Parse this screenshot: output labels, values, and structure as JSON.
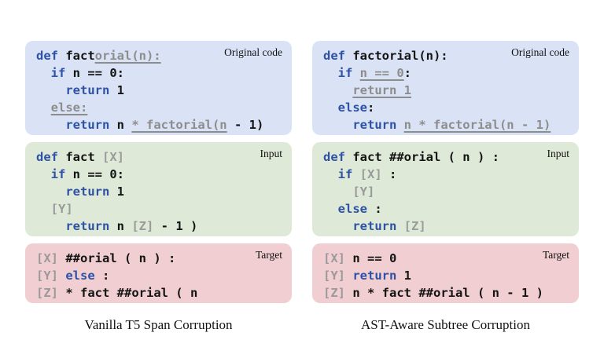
{
  "colors": {
    "keyword_blue": "#2e52a5",
    "plain_text": "#141414",
    "masked_gray": "#8d8d8d",
    "sentinel_gray": "#9a9a9a",
    "original_box_bg": "#d9e3f5",
    "input_box_bg": "#dfe9d7",
    "target_box_bg": "#f0ced2",
    "page_bg": "#ffffff"
  },
  "columns": [
    {
      "caption": "Vanilla T5 Span Corruption",
      "boxes": [
        {
          "label": "Original code",
          "kind": "original",
          "lines": [
            [
              {
                "t": "def ",
                "c": "kw"
              },
              {
                "t": "fact",
                "c": "plain"
              },
              {
                "t": "orial(n):",
                "c": "masked"
              }
            ],
            [
              {
                "t": "  ",
                "c": "plain"
              },
              {
                "t": "if ",
                "c": "kw"
              },
              {
                "t": "n == 0:",
                "c": "plain"
              }
            ],
            [
              {
                "t": "    ",
                "c": "plain"
              },
              {
                "t": "return ",
                "c": "kw"
              },
              {
                "t": "1",
                "c": "plain"
              }
            ],
            [
              {
                "t": "  ",
                "c": "plain"
              },
              {
                "t": "else:",
                "c": "masked"
              }
            ],
            [
              {
                "t": "    ",
                "c": "plain"
              },
              {
                "t": "return ",
                "c": "kw"
              },
              {
                "t": "n ",
                "c": "plain"
              },
              {
                "t": "* factorial(n",
                "c": "masked"
              },
              {
                "t": " - 1)",
                "c": "plain"
              }
            ]
          ]
        },
        {
          "label": "Input",
          "kind": "input",
          "lines": [
            [
              {
                "t": "def ",
                "c": "kw"
              },
              {
                "t": "fact ",
                "c": "plain"
              },
              {
                "t": "[X]",
                "c": "sentinel"
              }
            ],
            [
              {
                "t": "  ",
                "c": "plain"
              },
              {
                "t": "if ",
                "c": "kw"
              },
              {
                "t": "n == 0:",
                "c": "plain"
              }
            ],
            [
              {
                "t": "    ",
                "c": "plain"
              },
              {
                "t": "return ",
                "c": "kw"
              },
              {
                "t": "1",
                "c": "plain"
              }
            ],
            [
              {
                "t": "  ",
                "c": "plain"
              },
              {
                "t": "[Y]",
                "c": "sentinel"
              }
            ],
            [
              {
                "t": "    ",
                "c": "plain"
              },
              {
                "t": "return ",
                "c": "kw"
              },
              {
                "t": "n ",
                "c": "plain"
              },
              {
                "t": "[Z]",
                "c": "sentinel"
              },
              {
                "t": " - 1 )",
                "c": "plain"
              }
            ]
          ]
        },
        {
          "label": "Target",
          "kind": "target",
          "lines": [
            [
              {
                "t": "[X]",
                "c": "sentinel"
              },
              {
                "t": " ##orial ( n ) :",
                "c": "plain"
              }
            ],
            [
              {
                "t": "[Y]",
                "c": "sentinel"
              },
              {
                "t": " ",
                "c": "plain"
              },
              {
                "t": "else",
                "c": "kw"
              },
              {
                "t": " :",
                "c": "plain"
              }
            ],
            [
              {
                "t": "[Z]",
                "c": "sentinel"
              },
              {
                "t": " * fact ##orial ( n",
                "c": "plain"
              }
            ]
          ]
        }
      ]
    },
    {
      "caption": "AST-Aware Subtree Corruption",
      "boxes": [
        {
          "label": "Original code",
          "kind": "original",
          "lines": [
            [
              {
                "t": "def ",
                "c": "kw"
              },
              {
                "t": "factorial(n):",
                "c": "plain"
              }
            ],
            [
              {
                "t": "  ",
                "c": "plain"
              },
              {
                "t": "if ",
                "c": "kw"
              },
              {
                "t": "n == 0",
                "c": "masked"
              },
              {
                "t": ":",
                "c": "plain"
              }
            ],
            [
              {
                "t": "    ",
                "c": "plain"
              },
              {
                "t": "return 1",
                "c": "masked"
              }
            ],
            [
              {
                "t": "  ",
                "c": "plain"
              },
              {
                "t": "else",
                "c": "kw"
              },
              {
                "t": ":",
                "c": "plain"
              }
            ],
            [
              {
                "t": "    ",
                "c": "plain"
              },
              {
                "t": "return ",
                "c": "kw"
              },
              {
                "t": "n * factorial(n - 1)",
                "c": "masked"
              }
            ]
          ]
        },
        {
          "label": "Input",
          "kind": "input",
          "lines": [
            [
              {
                "t": "def ",
                "c": "kw"
              },
              {
                "t": "fact ##orial ( n ) :",
                "c": "plain"
              }
            ],
            [
              {
                "t": "  ",
                "c": "plain"
              },
              {
                "t": "if ",
                "c": "kw"
              },
              {
                "t": "[X]",
                "c": "sentinel"
              },
              {
                "t": " :",
                "c": "plain"
              }
            ],
            [
              {
                "t": "    ",
                "c": "plain"
              },
              {
                "t": "[Y]",
                "c": "sentinel"
              }
            ],
            [
              {
                "t": "  ",
                "c": "plain"
              },
              {
                "t": "else",
                "c": "kw"
              },
              {
                "t": " :",
                "c": "plain"
              }
            ],
            [
              {
                "t": "    ",
                "c": "plain"
              },
              {
                "t": "return ",
                "c": "kw"
              },
              {
                "t": "[Z]",
                "c": "sentinel"
              }
            ]
          ]
        },
        {
          "label": "Target",
          "kind": "target",
          "lines": [
            [
              {
                "t": "[X]",
                "c": "sentinel"
              },
              {
                "t": " n == 0",
                "c": "plain"
              }
            ],
            [
              {
                "t": "[Y]",
                "c": "sentinel"
              },
              {
                "t": " ",
                "c": "plain"
              },
              {
                "t": "return",
                "c": "kw"
              },
              {
                "t": " 1",
                "c": "plain"
              }
            ],
            [
              {
                "t": "[Z]",
                "c": "sentinel"
              },
              {
                "t": " n * fact ##orial ( n - 1 )",
                "c": "plain"
              }
            ]
          ]
        }
      ]
    }
  ]
}
